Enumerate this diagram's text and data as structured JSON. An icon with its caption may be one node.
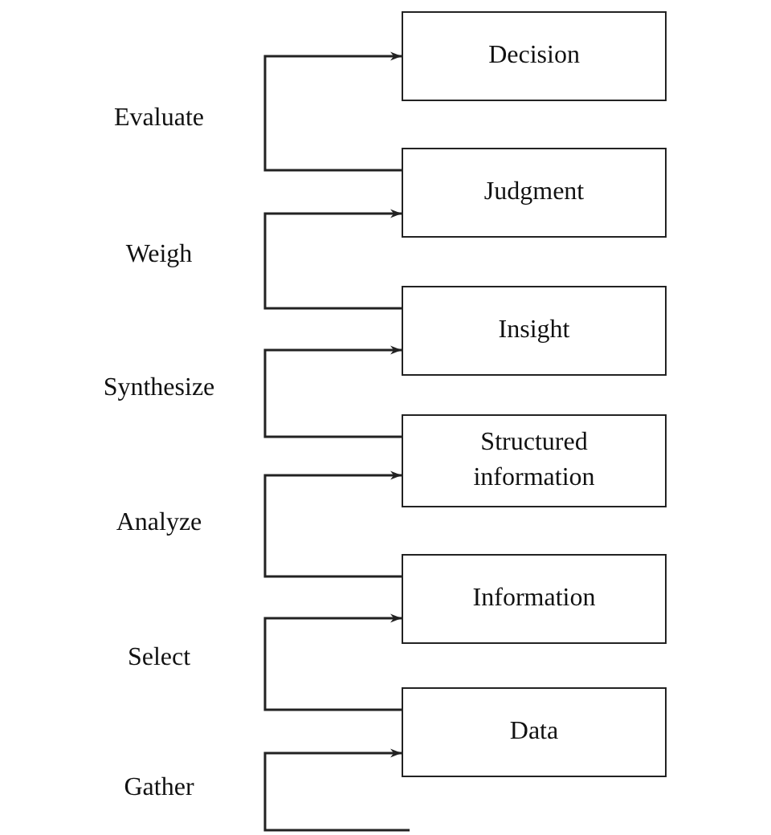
{
  "diagram": {
    "nodes": [
      {
        "text": [
          "Decision"
        ]
      },
      {
        "text": [
          "Judgment"
        ]
      },
      {
        "text": [
          "Insight"
        ]
      },
      {
        "text": [
          "Structured information"
        ]
      },
      {
        "text": [
          "Information"
        ]
      },
      {
        "text": [
          "Data"
        ]
      }
    ],
    "edges": [
      {
        "from": 1,
        "to": 0,
        "arrow": "to",
        "label": "Evaluate"
      },
      {
        "from": 2,
        "to": 1,
        "arrow": "to",
        "label": "Weigh"
      },
      {
        "from": 3,
        "to": 2,
        "arrow": "to",
        "label": "Synthesize"
      },
      {
        "from": 4,
        "to": 3,
        "arrow": "to",
        "label": "Analyze"
      },
      {
        "from": 5,
        "to": 4,
        "arrow": "to",
        "label": "Select"
      },
      {
        "from": null,
        "to": 5,
        "arrow": "to",
        "label": "Gather"
      }
    ]
  }
}
